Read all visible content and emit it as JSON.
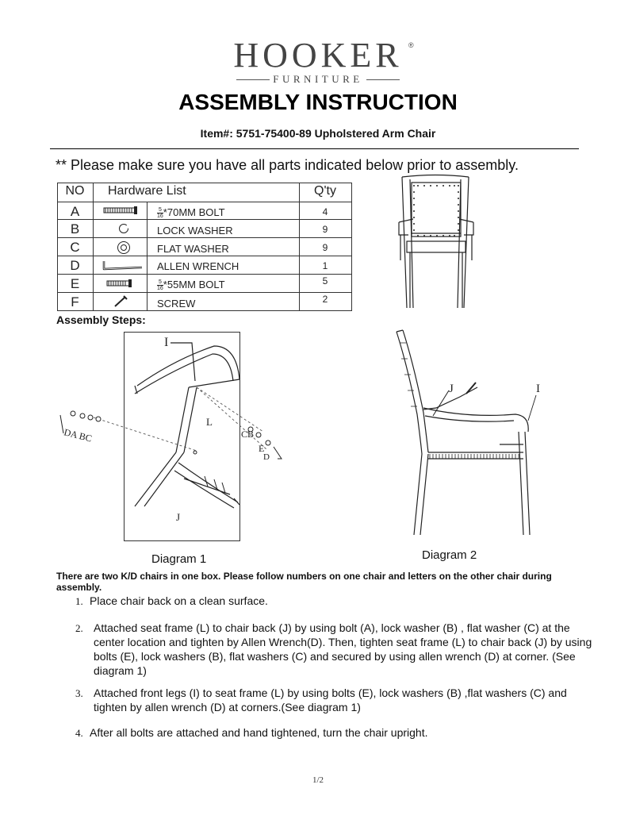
{
  "header": {
    "brand": "HOOKER",
    "registered_mark": "®",
    "brand_sub": "FURNITURE",
    "title": "ASSEMBLY INSTRUCTION",
    "item_line": "Item#: 5751-75400-89 Upholstered Arm Chair"
  },
  "notice": "** Please make sure you have all parts indicated below prior to assembly.",
  "hardware_table": {
    "headers": {
      "no": "NO",
      "list": "Hardware List",
      "qty": "Q'ty"
    },
    "rows": [
      {
        "no": "A",
        "frac_num": "5",
        "frac_den": "16",
        "desc": "*70MM BOLT",
        "qty": "4",
        "icon": "bolt-long-icon"
      },
      {
        "no": "B",
        "frac_num": "",
        "frac_den": "",
        "desc": "LOCK WASHER",
        "qty": "9",
        "icon": "lock-washer-icon"
      },
      {
        "no": "C",
        "frac_num": "",
        "frac_den": "",
        "desc": "FLAT WASHER",
        "qty": "9",
        "icon": "flat-washer-icon"
      },
      {
        "no": "D",
        "frac_num": "",
        "frac_den": "",
        "desc": "ALLEN WRENCH",
        "qty": "1",
        "icon": "allen-wrench-icon"
      },
      {
        "no": "E",
        "frac_num": "5",
        "frac_den": "16",
        "desc": "*55MM BOLT",
        "qty": "5",
        "icon": "bolt-short-icon"
      },
      {
        "no": "F",
        "frac_num": "",
        "frac_den": "",
        "desc": "SCREW",
        "qty": "2",
        "icon": "screw-icon"
      }
    ]
  },
  "steps_heading": "Assembly Steps:",
  "diagram1": {
    "caption": "Diagram 1",
    "labels": {
      "i": "I",
      "l": "L",
      "j": "J",
      "cb": "CB",
      "e": "E",
      "d": "D",
      "left_parts": "DA BC"
    }
  },
  "diagram2": {
    "caption": "Diagram 2",
    "labels": {
      "j": "J",
      "i": "I"
    }
  },
  "intro": "There are two K/D chairs in one box. Please follow numbers on one chair and letters on the other chair during assembly.",
  "steps": [
    {
      "num": "1.",
      "text": "Place chair back on a clean surface."
    },
    {
      "num": "2.",
      "text": "Attached seat frame (L) to chair back (J) by using bolt (A), lock washer (B) , flat washer (C) at the center location and tighten by Allen Wrench(D). Then, tighten seat frame (L) to chair back (J) by using bolts (E), lock washers (B), flat washers (C) and secured by using allen wrench (D) at corner. (See diagram 1)"
    },
    {
      "num": "3.",
      "text": "Attached front legs (I) to seat frame (L) by using bolts (E), lock washers (B) ,flat washers (C) and tighten by allen wrench (D) at corners.(See diagram 1)"
    },
    {
      "num": "4.",
      "text": "After all bolts are attached and hand tightened, turn the chair upright."
    }
  ],
  "page_number": "1/2"
}
